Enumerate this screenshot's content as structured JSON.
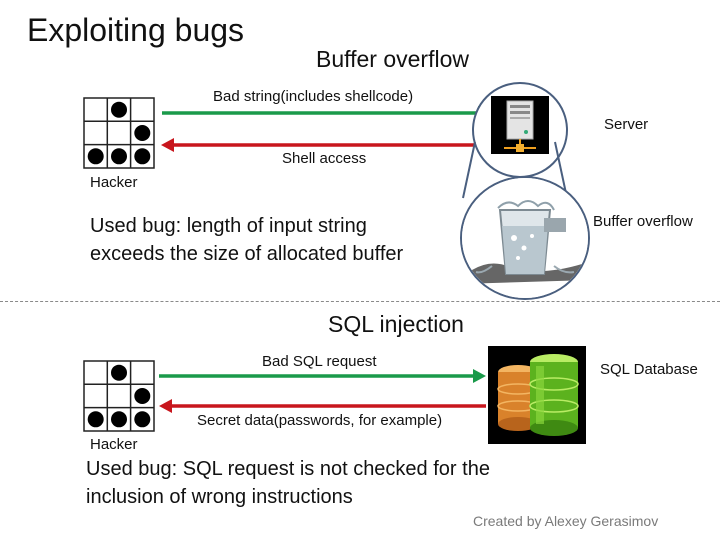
{
  "slide": {
    "title": "Exploiting bugs",
    "credit": "Created by Alexey Gerasimov"
  },
  "buffer_overflow": {
    "heading": "Buffer overflow",
    "forward_label": "Bad string(includes shellcode)",
    "return_label": "Shell access",
    "actor_label": "Hacker",
    "server_label": "Server",
    "overflow_label": "Buffer overflow",
    "note_lines": [
      "Used bug: length of input string",
      "exceeds the size of allocated buffer"
    ],
    "icons": [
      "glider-icon",
      "server-icon",
      "overflowing-glass-icon"
    ]
  },
  "sql_injection": {
    "heading": "SQL injection",
    "forward_label": "Bad SQL request",
    "return_label": "Secret data(passwords, for example)",
    "actor_label": "Hacker",
    "database_label": "SQL Database",
    "note_lines": [
      "Used bug: SQL request is not checked for the",
      "inclusion of wrong instructions"
    ],
    "icons": [
      "glider-icon",
      "database-icon"
    ]
  },
  "colors": {
    "forward_arrow": "#1a9a4a",
    "return_arrow": "#c8161d",
    "circle_border": "#4a5f7f",
    "divider": "#8a8a8a"
  }
}
